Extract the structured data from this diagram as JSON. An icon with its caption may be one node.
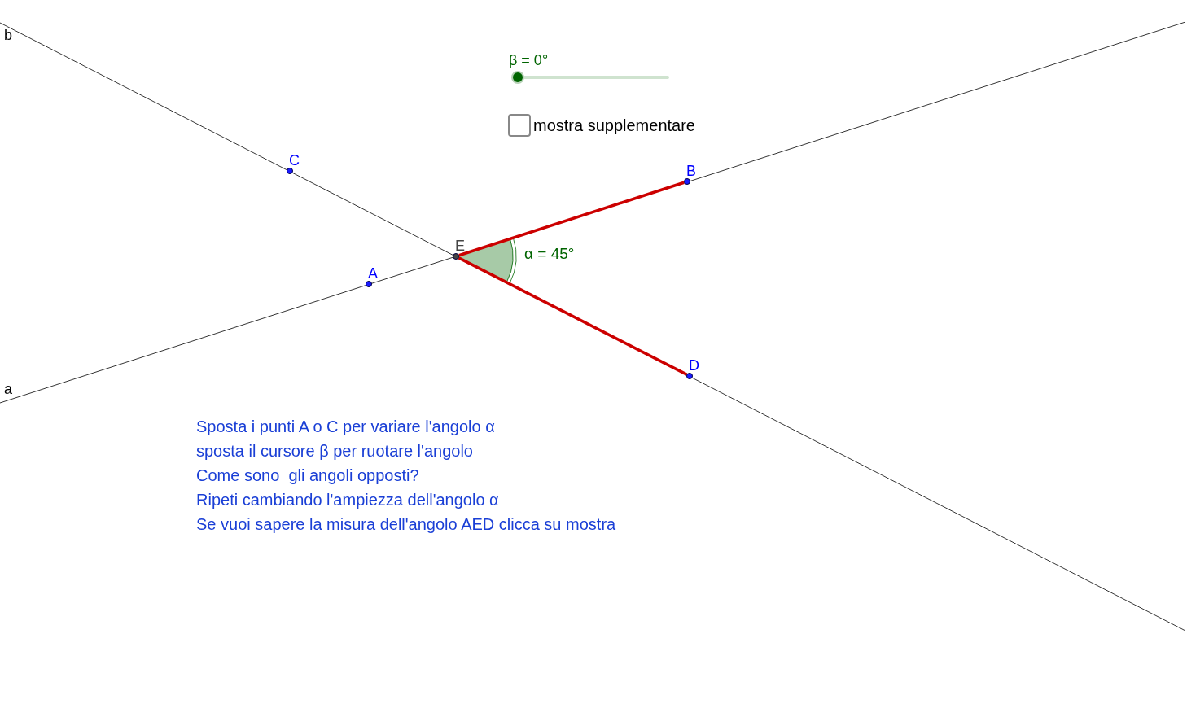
{
  "diagram": {
    "nodes": [
      {
        "text": [
          "C"
        ]
      },
      {
        "text": [
          "E"
        ]
      },
      {
        "text": [
          "A"
        ]
      },
      {
        "text": [
          "B"
        ]
      },
      {
        "text": [
          "D"
        ]
      }
    ],
    "edges": [
      {
        "from": 1,
        "to": 3,
        "arrow": "none"
      },
      {
        "from": 1,
        "to": 4,
        "arrow": "none"
      }
    ],
    "labels": [
      "b",
      "β = 0°",
      "mostra supplementare",
      "α = 45°",
      "a",
      "Sposta i punti A o C per variare l'angolo α",
      "sposta il cursore β per ruotare l'angolo",
      "Come sono  gli angoli opposti?",
      "Ripeti cambiando l'ampiezza dell'angolo α",
      "Se vuoi sapere la misura dell'angolo AED clicca su mostra"
    ]
  }
}
